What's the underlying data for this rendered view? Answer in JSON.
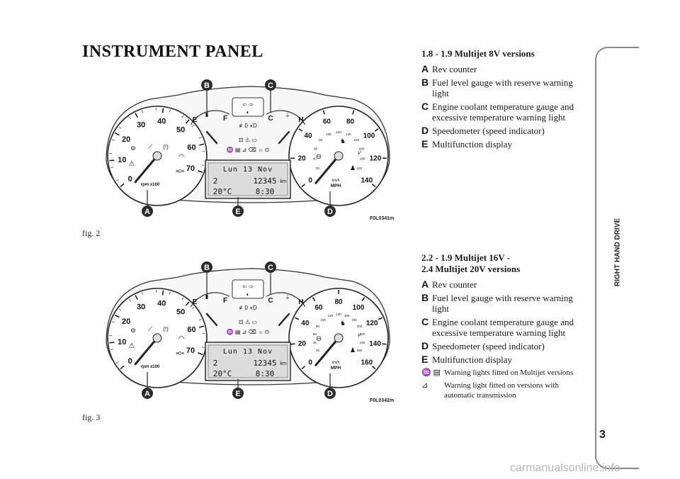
{
  "page": {
    "title": "INSTRUMENT PANEL",
    "side_label": "RIGHT HAND DRIVE",
    "page_number": "3",
    "watermark": "carmanualsonline.info"
  },
  "figure1": {
    "caption": "fig. 2",
    "code": "F0L0341m",
    "callouts": [
      "A",
      "B",
      "C",
      "D",
      "E"
    ],
    "display": {
      "line1": "Lun 13 Nov",
      "odometer": "12345",
      "unit": "km",
      "temp": "20°C",
      "time": "8:30"
    },
    "rev": {
      "ticks": [
        "0",
        "10",
        "20",
        "30",
        "40",
        "50",
        "60",
        "70"
      ],
      "unit": "rpm x100"
    },
    "speedo": {
      "ticks": [
        "0",
        "20",
        "40",
        "60",
        "80",
        "100",
        "120",
        "140"
      ],
      "inner_ticks": [
        "20",
        "40",
        "60",
        "80",
        "100",
        "120",
        "140",
        "160",
        "180",
        "200",
        "220"
      ],
      "unit_top": "km/h",
      "unit_bottom": "MPH"
    },
    "fuel": {
      "empty": "E",
      "full": "F"
    },
    "temp": {
      "cold": "C",
      "hot": "H"
    }
  },
  "figure2": {
    "caption": "fig. 3",
    "code": "F0L0342m",
    "callouts": [
      "A",
      "B",
      "C",
      "D",
      "E"
    ],
    "display": {
      "line1": "Lun 13 Nov",
      "odometer": "12345",
      "unit": "km",
      "temp": "20°C",
      "time": "8:30"
    },
    "rev": {
      "ticks": [
        "0",
        "10",
        "20",
        "30",
        "40",
        "50",
        "60",
        "70"
      ],
      "unit": "rpm x100"
    },
    "speedo": {
      "ticks": [
        "0",
        "20",
        "40",
        "60",
        "80",
        "100",
        "120",
        "140",
        "160"
      ],
      "inner_ticks": [
        "20",
        "40",
        "60",
        "80",
        "100",
        "120",
        "140",
        "160",
        "180",
        "200",
        "220",
        "240",
        "260"
      ],
      "unit_top": "km/h",
      "unit_bottom": "MPH"
    },
    "fuel": {
      "empty": "E",
      "full": "F"
    },
    "temp": {
      "cold": "C",
      "hot": "H"
    }
  },
  "section1": {
    "heading": "1.8 - 1.9 Multijet 8V versions",
    "items": [
      {
        "letter": "A",
        "text": "Rev counter"
      },
      {
        "letter": "B",
        "text": "Fuel level gauge with reserve warning light"
      },
      {
        "letter": "C",
        "text": "Engine coolant temperature gauge and excessive temperature warning light"
      },
      {
        "letter": "D",
        "text": "Speedometer (speed indicator)"
      },
      {
        "letter": "E",
        "text": "Multifunction display"
      }
    ]
  },
  "section2": {
    "heading_line1": "2.2 - 1.9 Multijet 16V -",
    "heading_line2": "2.4 Multijet 20V versions",
    "items": [
      {
        "letter": "A",
        "text": "Rev counter"
      },
      {
        "letter": "B",
        "text": "Fuel level gauge with reserve warning light"
      },
      {
        "letter": "C",
        "text": "Engine coolant temperature gauge and excessive temperature warning light"
      },
      {
        "letter": "D",
        "text": "Speedometer (speed indicator)"
      },
      {
        "letter": "E",
        "text": "Multifunction display"
      }
    ],
    "notes": [
      {
        "icon": "glow-plug-and-filter-icons",
        "symbol": "♒ ▤",
        "text": "Warning lights fitted on Multijet versions"
      },
      {
        "icon": "automatic-transmission-icon",
        "symbol": "⊿",
        "text": "Warning light fitted on versions with automatic transmission"
      }
    ]
  }
}
